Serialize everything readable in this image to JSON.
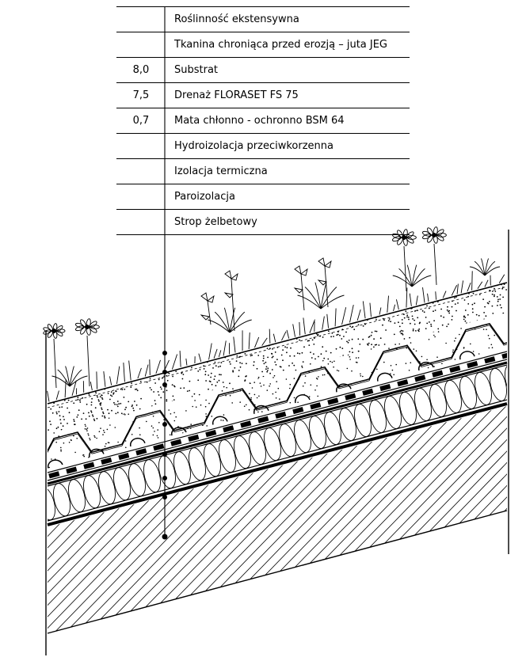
{
  "legend": {
    "rows": [
      {
        "thickness": "",
        "label": "Roślinność ekstensywna"
      },
      {
        "thickness": "",
        "label": "Tkanina chroniąca przed erozją – juta JEG"
      },
      {
        "thickness": "8,0",
        "label": "Substrat"
      },
      {
        "thickness": "7,5",
        "label": "Drenaż FLORASET FS 75"
      },
      {
        "thickness": "0,7",
        "label": "Mata chłonno - ochronno BSM 64"
      },
      {
        "thickness": "",
        "label": "Hydroizolacja przeciwkorzenna"
      },
      {
        "thickness": "",
        "label": "Izolacja termiczna"
      },
      {
        "thickness": "",
        "label": "Paroizolacja"
      },
      {
        "thickness": "",
        "label": "Strop żelbetowy"
      }
    ]
  },
  "colors": {
    "ink": "#000000",
    "paper": "#ffffff"
  }
}
